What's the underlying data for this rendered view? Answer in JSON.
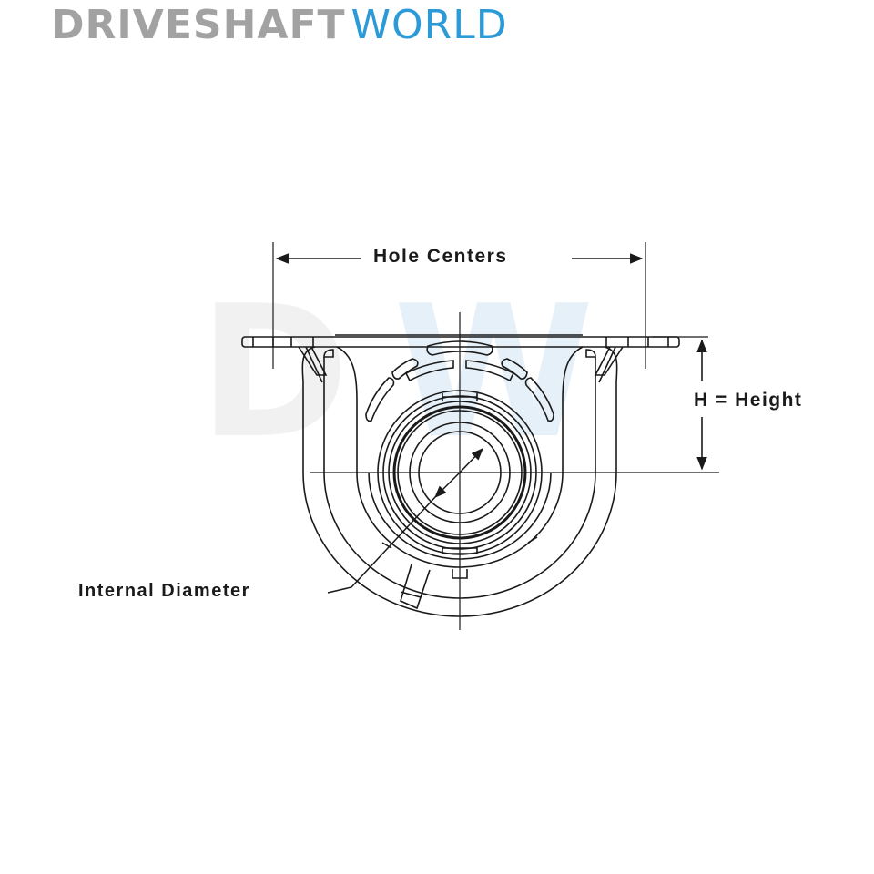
{
  "logo": {
    "part1": "DRIVESHAFT",
    "part2": "WORLD",
    "color_part1": "#a2a2a2",
    "color_part2": "#2d9ad8"
  },
  "watermark": {
    "text_d": "D",
    "text_w": "W",
    "color_d": "#f1f1f1",
    "color_w": "#e6f0f8"
  },
  "diagram": {
    "subject": "driveshaft center support bearing",
    "labels": {
      "hole_centers": "Hole Centers",
      "height": "H = Height",
      "internal_diameter": "Internal Diameter"
    },
    "line_color": "#1a1a1a"
  }
}
